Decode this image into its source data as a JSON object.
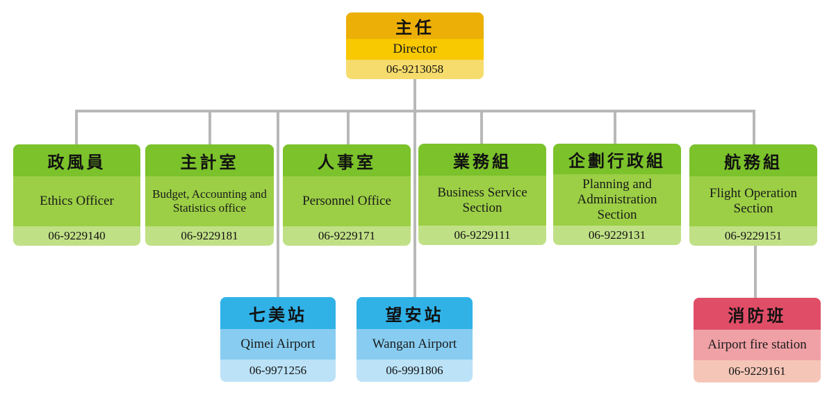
{
  "director": {
    "zh": "主任",
    "en": "Director",
    "phone": "06-9213058"
  },
  "units": [
    {
      "zh": "政風員",
      "en": "Ethics Officer",
      "phone": "06-9229140"
    },
    {
      "zh": "主計室",
      "en": "Budget, Accounting and Statistics office",
      "phone": "06-9229181"
    },
    {
      "zh": "人事室",
      "en": "Personnel Office",
      "phone": "06-9229171"
    },
    {
      "zh": "業務組",
      "en": "Business Service Section",
      "phone": "06-9229111"
    },
    {
      "zh": "企劃行政組",
      "en": "Planning and Administration Section",
      "phone": "06-9229131"
    },
    {
      "zh": "航務組",
      "en": "Flight Operation Section",
      "phone": "06-9229151"
    }
  ],
  "stations": [
    {
      "zh": "七美站",
      "en": "Qimei Airport",
      "phone": "06-9971256"
    },
    {
      "zh": "望安站",
      "en": "Wangan Airport",
      "phone": "06-9991806"
    }
  ],
  "fire": {
    "zh": "消防班",
    "en": "Airport fire station",
    "phone": "06-9229161"
  },
  "colors": {
    "director_header": "#ecaf07",
    "unit_header": "#7bc22b",
    "station_header": "#30b2e7",
    "fire_header": "#e04d67",
    "connector": "#b8b8b8"
  }
}
